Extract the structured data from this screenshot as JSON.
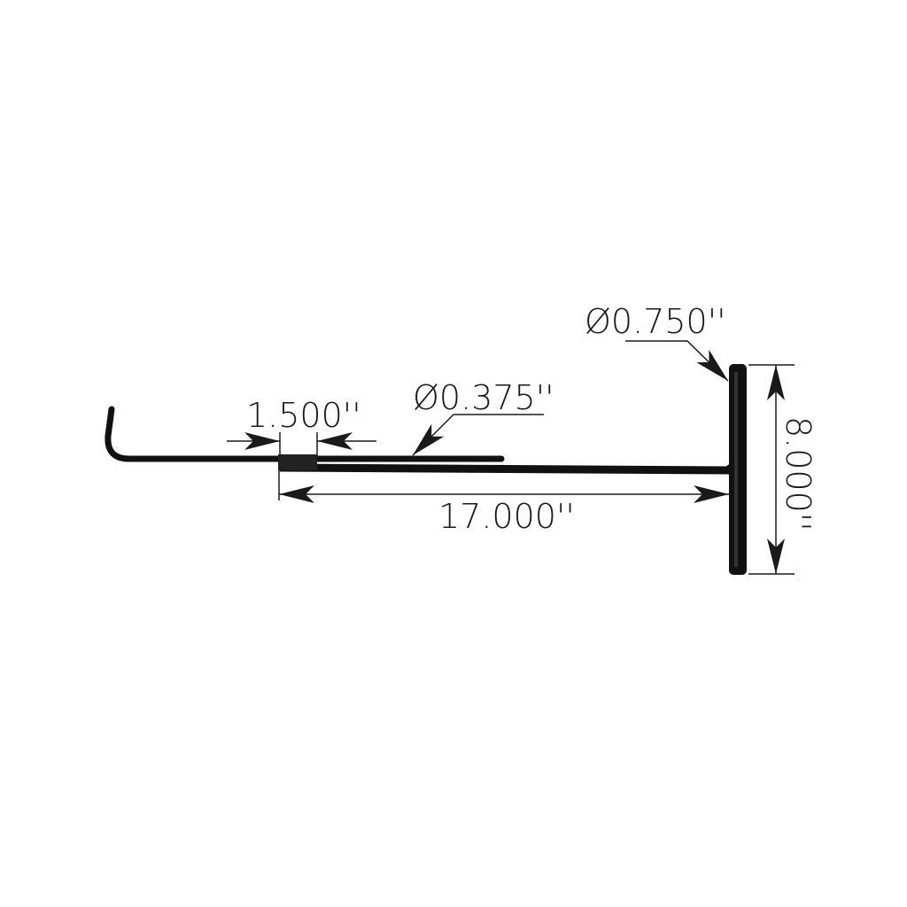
{
  "diagram": {
    "subject": "T-handle hook tool",
    "colors": {
      "background": "#ffffff",
      "part": "#111111",
      "dimension": "#1a1a1a"
    },
    "dimensions": {
      "overall_length": "17.000''",
      "handle_length": "8.000''",
      "handle_diameter": "Ø0.750''",
      "rod_diameter": "Ø0.375''",
      "sleeve_length": "1.500''"
    }
  }
}
